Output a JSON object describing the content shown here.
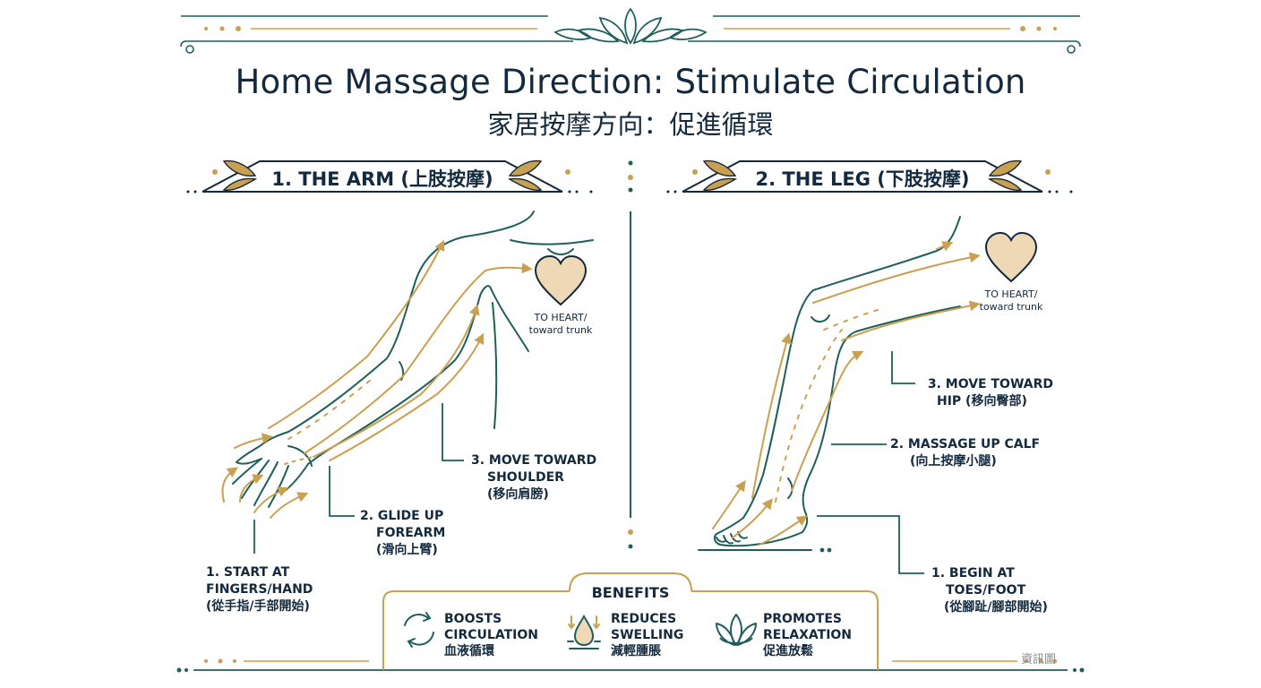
{
  "title": {
    "en": "Home Massage Direction: Stimulate Circulation",
    "zh": "家居按摩方向：促進循環"
  },
  "sections": [
    {
      "banner": "1. THE ARM (上肢按摩)",
      "heart_label": [
        "TO HEART/",
        "toward trunk"
      ],
      "steps": [
        {
          "lines": [
            "1. START AT",
            "FINGERS/HAND",
            "(從手指/手部開始)"
          ]
        },
        {
          "lines": [
            "2. GLIDE UP",
            "FOREARM",
            "(滑向上臂)"
          ]
        },
        {
          "lines": [
            "3. MOVE TOWARD",
            "SHOULDER",
            "(移向肩膀)"
          ]
        }
      ]
    },
    {
      "banner": "2. THE LEG (下肢按摩)",
      "heart_label": [
        "TO HEART/",
        "toward trunk"
      ],
      "steps": [
        {
          "lines": [
            "1. BEGIN AT",
            "TOES/FOOT",
            "(從腳趾/腳部開始)"
          ]
        },
        {
          "lines": [
            "2. MASSAGE UP CALF",
            "(向上按摩小腿)"
          ]
        },
        {
          "lines": [
            "3. MOVE TOWARD",
            "HIP (移向臀部)"
          ]
        }
      ]
    }
  ],
  "benefits": {
    "title": "BENEFITS",
    "items": [
      {
        "icon": "circular-arrows-icon",
        "lines": [
          "BOOSTS",
          "CIRCULATION",
          "血液循環"
        ]
      },
      {
        "icon": "droplet-arrows-icon",
        "lines": [
          "REDUCES",
          "SWELLING",
          "減輕腫脹"
        ]
      },
      {
        "icon": "lotus-icon",
        "lines": [
          "PROMOTES",
          "RELAXATION",
          "促進放鬆"
        ]
      }
    ]
  },
  "watermark": "資訊圖",
  "colors": {
    "teal": "#1f5f5b",
    "gold": "#c9a04f",
    "navy": "#13293d",
    "heart_fill": "#efd8b6"
  }
}
